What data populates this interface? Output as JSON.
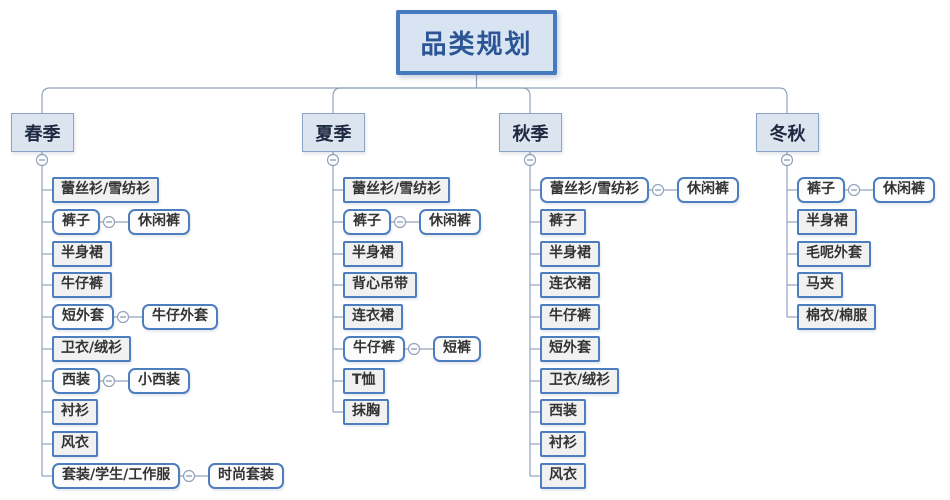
{
  "diagram": {
    "root": {
      "label": "品类规划"
    },
    "branches": [
      {
        "label": "春季",
        "items": [
          {
            "label": "蕾丝衫/雪纺衫"
          },
          {
            "label": "裤子",
            "child": "休闲裤"
          },
          {
            "label": "半身裙"
          },
          {
            "label": "牛仔裤"
          },
          {
            "label": "短外套",
            "child": "牛仔外套"
          },
          {
            "label": "卫衣/绒衫"
          },
          {
            "label": "西装",
            "child": "小西装"
          },
          {
            "label": "衬衫"
          },
          {
            "label": "风衣"
          },
          {
            "label": "套装/学生/工作服",
            "child": "时尚套装"
          }
        ]
      },
      {
        "label": "夏季",
        "items": [
          {
            "label": "蕾丝衫/雪纺衫"
          },
          {
            "label": "裤子",
            "child": "休闲裤"
          },
          {
            "label": "半身裙"
          },
          {
            "label": "背心吊带"
          },
          {
            "label": "连衣裙"
          },
          {
            "label": "牛仔裤",
            "child": "短裤"
          },
          {
            "label": "T恤"
          },
          {
            "label": "抹胸"
          }
        ]
      },
      {
        "label": "秋季",
        "items": [
          {
            "label": "蕾丝衫/雪纺衫",
            "child": "休闲裤"
          },
          {
            "label": "裤子"
          },
          {
            "label": "半身裙"
          },
          {
            "label": "连衣裙"
          },
          {
            "label": "牛仔裤"
          },
          {
            "label": "短外套"
          },
          {
            "label": "卫衣/绒衫"
          },
          {
            "label": "西装"
          },
          {
            "label": "衬衫"
          },
          {
            "label": "风衣"
          }
        ]
      },
      {
        "label": "冬秋",
        "items": [
          {
            "label": "裤子",
            "child": "休闲裤"
          },
          {
            "label": "半身裙"
          },
          {
            "label": "毛呢外套"
          },
          {
            "label": "马夹"
          },
          {
            "label": "棉衣/棉服"
          }
        ]
      }
    ],
    "colors": {
      "line": "#93a2bd",
      "root_border": "#4679bd",
      "root_fill": "#d8e4f2",
      "root_text": "#2c5596",
      "season_border": "#8ba3c7",
      "season_fill": "#dce4f0",
      "season_text": "#1d2940",
      "node_border": "#4d7ebf",
      "node_fill": "#f1f1f2",
      "node_fill_rounded": "#fcfcfc",
      "node_text": "#333333"
    }
  }
}
